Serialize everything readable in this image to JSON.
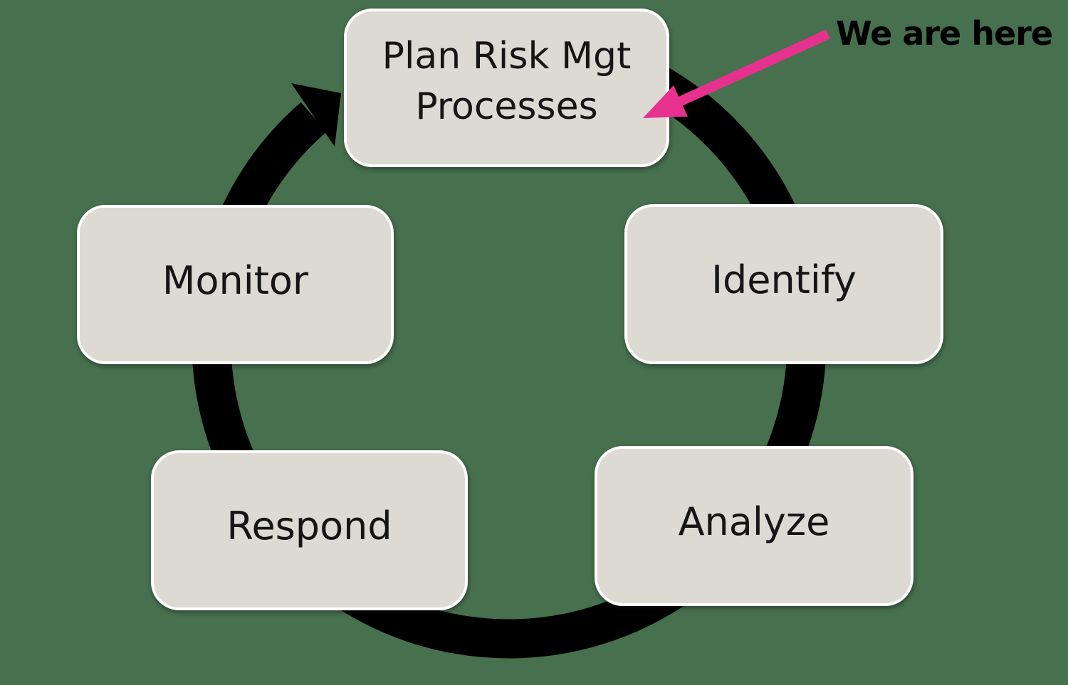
{
  "diagram": {
    "type": "cycle",
    "annotation": {
      "label": "We are here"
    },
    "steps": [
      {
        "id": "plan",
        "label": "Plan Risk Mgt Processes",
        "lines": [
          "Plan Risk Mgt",
          "Processes"
        ]
      },
      {
        "id": "identify",
        "label": "Identify"
      },
      {
        "id": "analyze",
        "label": "Analyze"
      },
      {
        "id": "respond",
        "label": "Respond"
      },
      {
        "id": "monitor",
        "label": "Monitor"
      }
    ]
  },
  "colors": {
    "background": "#47704E",
    "box_fill": "#DCDAD2",
    "box_border": "#FFFFFF",
    "ring": "#000000",
    "accent_pink": "#E7318F",
    "text": "#151515"
  }
}
